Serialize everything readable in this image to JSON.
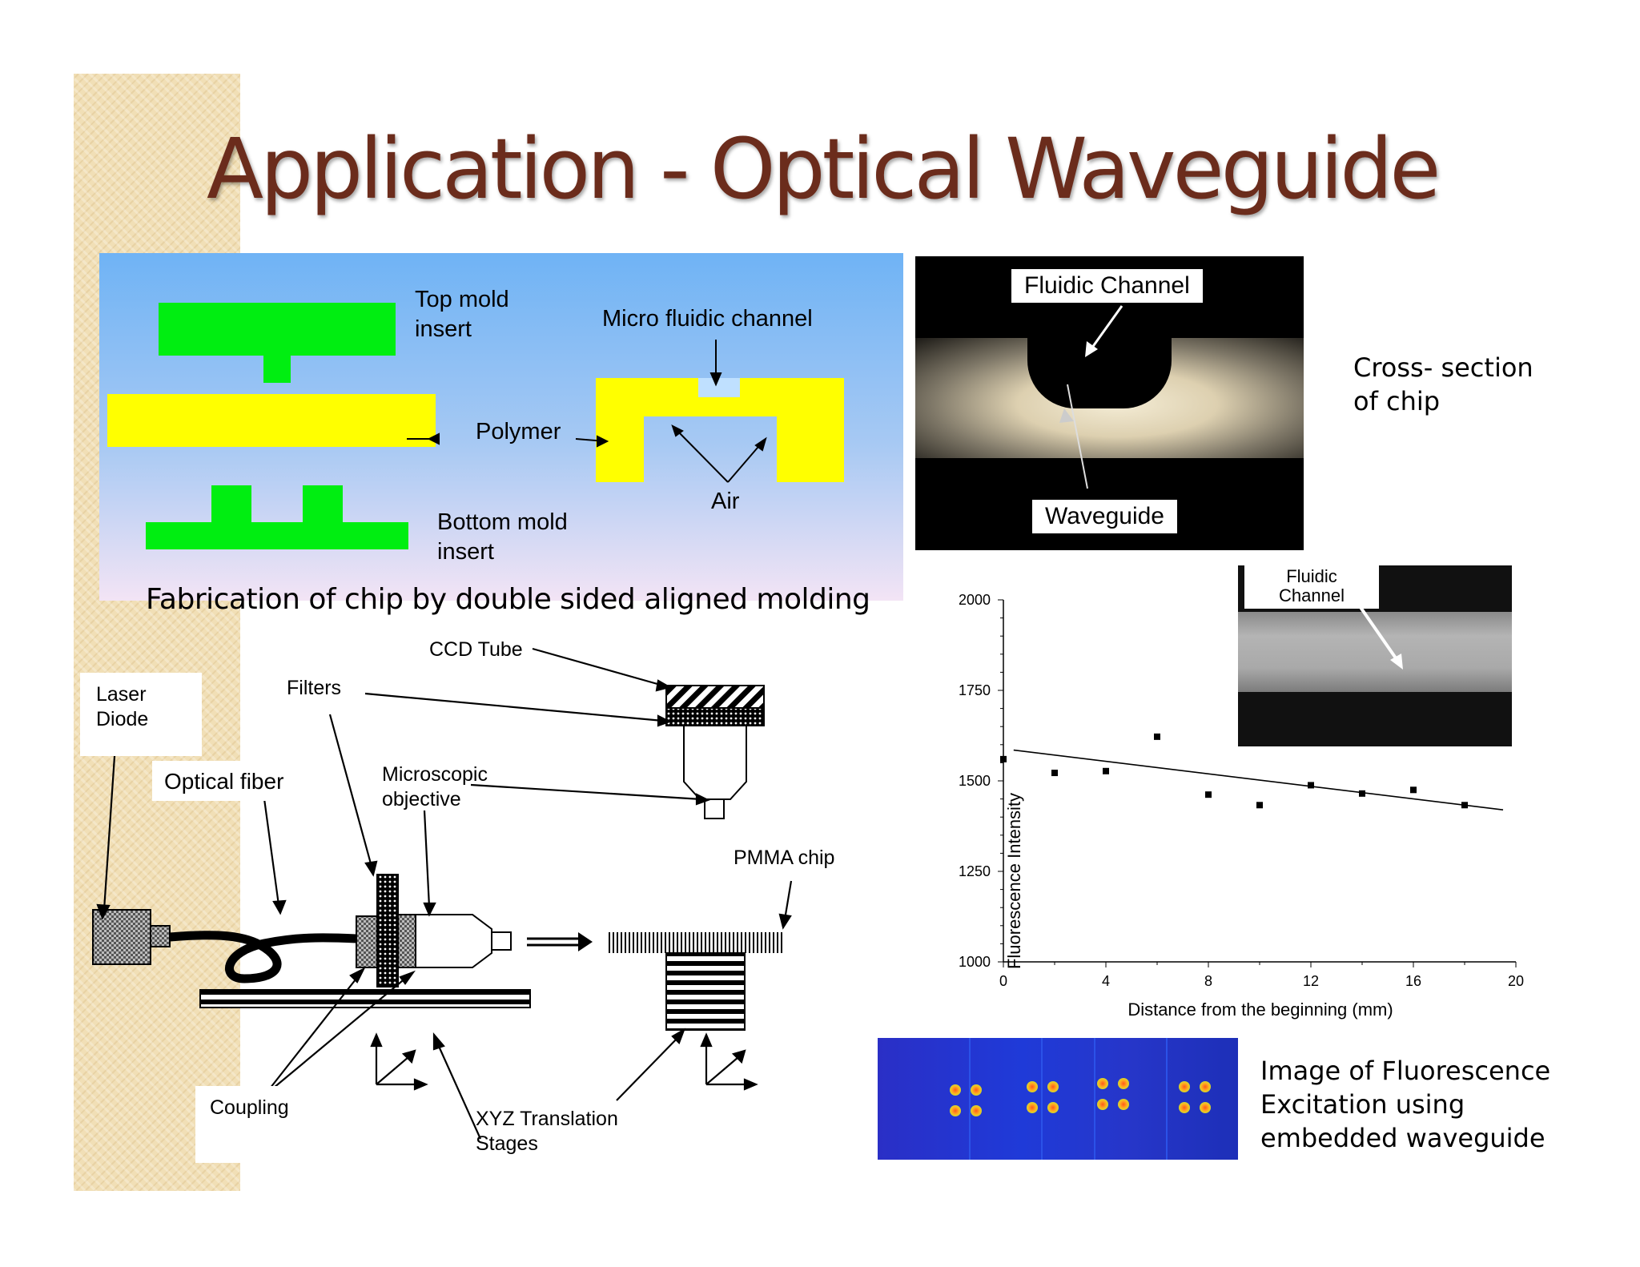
{
  "slide": {
    "title": "Application - Optical Waveguide"
  },
  "mold_diagram": {
    "top_mold_insert": "Top mold\ninsert",
    "micro_fluidic_channel": "Micro fluidic channel",
    "polymer": "Polymer",
    "air": "Air",
    "bottom_mold_insert": "Bottom mold\ninsert",
    "caption": "Fabrication of chip by double sided aligned molding"
  },
  "cross_section_photo": {
    "fluidic_channel_label": "Fluidic Channel",
    "waveguide_label": "Waveguide",
    "caption": "Cross- section\nof chip"
  },
  "setup_diagram": {
    "ccd_tube": "CCD Tube",
    "filters": "Filters",
    "laser_diode": "Laser\nDiode",
    "optical_fiber": "Optical fiber",
    "microscopic_objective": "Microscopic\nobjective",
    "pmma_chip": "PMMA chip",
    "coupling": "Coupling",
    "xyz_translation_stages": "XYZ Translation\nStages"
  },
  "inset_photo": {
    "fluidic_channel_label": "Fluidic\nChannel"
  },
  "fluorescence_image": {
    "caption": "Image of Fluorescence\nExcitation using\nembedded waveguide"
  },
  "chart_data": {
    "type": "scatter",
    "xlabel": "Distance from the beginning (mm)",
    "ylabel": "Fluorescence Intensity",
    "xlim": [
      0,
      20
    ],
    "ylim": [
      1000,
      2000
    ],
    "x_ticks": [
      0,
      4,
      8,
      12,
      16,
      20
    ],
    "y_ticks": [
      1000,
      1250,
      1500,
      1750,
      2000
    ],
    "points": [
      {
        "x": 0,
        "y": 1560
      },
      {
        "x": 2,
        "y": 1522
      },
      {
        "x": 4,
        "y": 1527
      },
      {
        "x": 6,
        "y": 1622
      },
      {
        "x": 8,
        "y": 1462
      },
      {
        "x": 10,
        "y": 1433
      },
      {
        "x": 12,
        "y": 1488
      },
      {
        "x": 14,
        "y": 1465
      },
      {
        "x": 16,
        "y": 1475
      },
      {
        "x": 18,
        "y": 1433
      }
    ],
    "trendline": {
      "x": [
        0.4,
        19.5
      ],
      "y": [
        1585,
        1420
      ]
    },
    "grid": false,
    "legend": "none",
    "colors": {
      "points": "#000000",
      "line": "#000000"
    }
  },
  "colors": {
    "title": "#6b2c1c",
    "mold_green": "#00ee11",
    "polymer_yellow": "#ffff00",
    "panel_sky": "#6fb3f5"
  }
}
